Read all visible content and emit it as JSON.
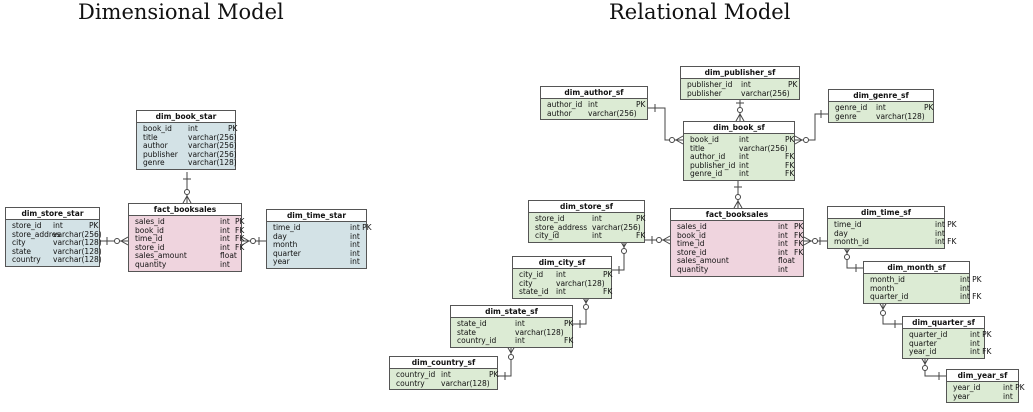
{
  "headings": {
    "left": "Dimensional Model",
    "right": "Relational Model"
  },
  "tables": [
    {
      "key": "dim_book_star",
      "name": "dim_book_star",
      "style": "star",
      "columns": [
        [
          "book_id",
          "int",
          "PK"
        ],
        [
          "title",
          "varchar(256)",
          ""
        ],
        [
          "author",
          "varchar(256)",
          ""
        ],
        [
          "publisher",
          "varchar(256)",
          ""
        ],
        [
          "genre",
          "varchar(128)",
          ""
        ]
      ]
    },
    {
      "key": "dim_store_star",
      "name": "dim_store_star",
      "style": "star",
      "columns": [
        [
          "store_id",
          "int",
          "PK"
        ],
        [
          "store_addres",
          "varchar(256)",
          ""
        ],
        [
          "city",
          "varchar(128)",
          ""
        ],
        [
          "state",
          "varchar(128)",
          ""
        ],
        [
          "country",
          "varchar(128)",
          ""
        ]
      ]
    },
    {
      "key": "fact_booksales_star",
      "name": "fact_booksales",
      "style": "fact",
      "columns": [
        [
          "sales_id",
          "int",
          "PK"
        ],
        [
          "book_id",
          "int",
          "FK"
        ],
        [
          "time_id",
          "int",
          "FK"
        ],
        [
          "store_id",
          "int",
          "FK"
        ],
        [
          "sales_amount",
          "float",
          ""
        ],
        [
          "quantity",
          "int",
          ""
        ]
      ]
    },
    {
      "key": "dim_time_star",
      "name": "dim_time_star",
      "style": "star",
      "columns": [
        [
          "time_id",
          "int PK",
          ""
        ],
        [
          "day",
          "int",
          ""
        ],
        [
          "month",
          "int",
          ""
        ],
        [
          "quarter",
          "int",
          ""
        ],
        [
          "year",
          "int",
          ""
        ]
      ]
    },
    {
      "key": "dim_publisher_sf",
      "name": "dim_publisher_sf",
      "style": "snow",
      "columns": [
        [
          "publisher_id",
          "int",
          "PK"
        ],
        [
          "publisher",
          "varchar(256)",
          ""
        ]
      ]
    },
    {
      "key": "dim_author_sf",
      "name": "dim_author_sf",
      "style": "snow",
      "columns": [
        [
          "author_id",
          "int",
          "PK"
        ],
        [
          "author",
          "varchar(256)",
          ""
        ]
      ]
    },
    {
      "key": "dim_genre_sf",
      "name": "dim_genre_sf",
      "style": "snow",
      "columns": [
        [
          "genre_id",
          "int",
          "PK"
        ],
        [
          "genre",
          "varchar(128)",
          ""
        ]
      ]
    },
    {
      "key": "dim_book_sf",
      "name": "dim_book_sf",
      "style": "snow",
      "columns": [
        [
          "book_id",
          "int",
          "PK"
        ],
        [
          "title",
          "varchar(256)",
          ""
        ],
        [
          "author_id",
          "int",
          "FK"
        ],
        [
          "publisher_id",
          "int",
          "FK"
        ],
        [
          "genre_id",
          "int",
          "FK"
        ]
      ]
    },
    {
      "key": "dim_store_sf",
      "name": "dim_store_sf",
      "style": "snow",
      "columns": [
        [
          "store_id",
          "int",
          "PK"
        ],
        [
          "store_address",
          "varchar(256)",
          ""
        ],
        [
          "city_id",
          "int",
          "FK"
        ]
      ]
    },
    {
      "key": "fact_booksales_sf",
      "name": "fact_booksales",
      "style": "fact",
      "columns": [
        [
          "sales_id",
          "int",
          "PK"
        ],
        [
          "book_id",
          "int",
          "FK"
        ],
        [
          "time_id",
          "int",
          "FK"
        ],
        [
          "store_id",
          "int",
          "FK"
        ],
        [
          "sales_amount",
          "float",
          ""
        ],
        [
          "quantity",
          "int",
          ""
        ]
      ]
    },
    {
      "key": "dim_time_sf",
      "name": "dim_time_sf",
      "style": "snow",
      "columns": [
        [
          "time_id",
          "int PK",
          ""
        ],
        [
          "day",
          "int",
          ""
        ],
        [
          "month_id",
          "int FK",
          ""
        ]
      ]
    },
    {
      "key": "dim_city_sf",
      "name": "dim_city_sf",
      "style": "snow",
      "columns": [
        [
          "city_id",
          "int",
          "PK"
        ],
        [
          "city",
          "varchar(128)",
          ""
        ],
        [
          "state_id",
          "int",
          "FK"
        ]
      ]
    },
    {
      "key": "dim_month_sf",
      "name": "dim_month_sf",
      "style": "snow",
      "columns": [
        [
          "month_id",
          "int PK",
          ""
        ],
        [
          "month",
          "int",
          ""
        ],
        [
          "quarter_id",
          "int FK",
          ""
        ]
      ]
    },
    {
      "key": "dim_state_sf",
      "name": "dim_state_sf",
      "style": "snow",
      "columns": [
        [
          "state_id",
          "int",
          "PK"
        ],
        [
          "state",
          "varchar(128)",
          ""
        ],
        [
          "country_id",
          "int",
          "FK"
        ]
      ]
    },
    {
      "key": "dim_quarter_sf",
      "name": "dim_quarter_sf",
      "style": "snow",
      "columns": [
        [
          "quarter_id",
          "int PK",
          ""
        ],
        [
          "quarter",
          "int",
          ""
        ],
        [
          "year_id",
          "int FK",
          ""
        ]
      ]
    },
    {
      "key": "dim_country_sf",
      "name": "dim_country_sf",
      "style": "snow",
      "columns": [
        [
          "country_id",
          "int",
          "PK"
        ],
        [
          "country",
          "varchar(128)",
          ""
        ]
      ]
    },
    {
      "key": "dim_year_sf",
      "name": "dim_year_sf",
      "style": "snow",
      "columns": [
        [
          "year_id",
          "int PK",
          ""
        ],
        [
          "year",
          "int",
          ""
        ]
      ]
    }
  ],
  "relationships": [
    {
      "from": "dim_book_star",
      "to": "fact_booksales_star",
      "from_end": "one",
      "to_end": "many"
    },
    {
      "from": "dim_store_star",
      "to": "fact_booksales_star",
      "from_end": "one",
      "to_end": "many"
    },
    {
      "from": "dim_time_star",
      "to": "fact_booksales_star",
      "from_end": "one",
      "to_end": "many"
    },
    {
      "from": "dim_publisher_sf",
      "to": "dim_book_sf",
      "from_end": "one",
      "to_end": "many"
    },
    {
      "from": "dim_author_sf",
      "to": "dim_book_sf",
      "from_end": "one",
      "to_end": "many"
    },
    {
      "from": "dim_genre_sf",
      "to": "dim_book_sf",
      "from_end": "one",
      "to_end": "many"
    },
    {
      "from": "dim_book_sf",
      "to": "fact_booksales_sf",
      "from_end": "one",
      "to_end": "many"
    },
    {
      "from": "dim_store_sf",
      "to": "fact_booksales_sf",
      "from_end": "one",
      "to_end": "many"
    },
    {
      "from": "dim_time_sf",
      "to": "fact_booksales_sf",
      "from_end": "one",
      "to_end": "many"
    },
    {
      "from": "dim_city_sf",
      "to": "dim_store_sf",
      "from_end": "one",
      "to_end": "many"
    },
    {
      "from": "dim_state_sf",
      "to": "dim_city_sf",
      "from_end": "one",
      "to_end": "many"
    },
    {
      "from": "dim_country_sf",
      "to": "dim_state_sf",
      "from_end": "one",
      "to_end": "many"
    },
    {
      "from": "dim_month_sf",
      "to": "dim_time_sf",
      "from_end": "one",
      "to_end": "many"
    },
    {
      "from": "dim_quarter_sf",
      "to": "dim_month_sf",
      "from_end": "one",
      "to_end": "many"
    },
    {
      "from": "dim_year_sf",
      "to": "dim_quarter_sf",
      "from_end": "one",
      "to_end": "many"
    }
  ]
}
